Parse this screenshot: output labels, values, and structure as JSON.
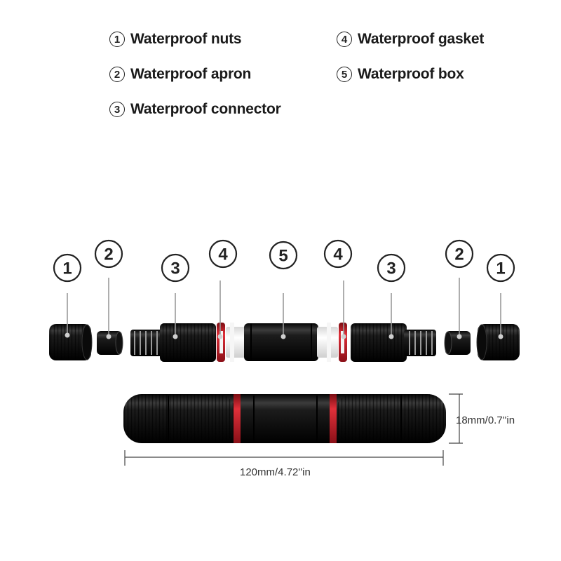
{
  "legend": [
    {
      "num": "1",
      "label": "Waterproof nuts"
    },
    {
      "num": "2",
      "label": "Waterproof apron"
    },
    {
      "num": "3",
      "label": "Waterproof connector"
    },
    {
      "num": "4",
      "label": "Waterproof gasket"
    },
    {
      "num": "5",
      "label": "Waterproof box"
    }
  ],
  "callouts": [
    "1",
    "2",
    "3",
    "4",
    "5",
    "4",
    "3",
    "2",
    "1"
  ],
  "dimensions": {
    "diameter": "18mm/0.7''in",
    "length": "120mm/4.72''in"
  },
  "colors": {
    "part": "#151515",
    "gasket": "#d0202a",
    "insert": "#f2f2f2"
  }
}
